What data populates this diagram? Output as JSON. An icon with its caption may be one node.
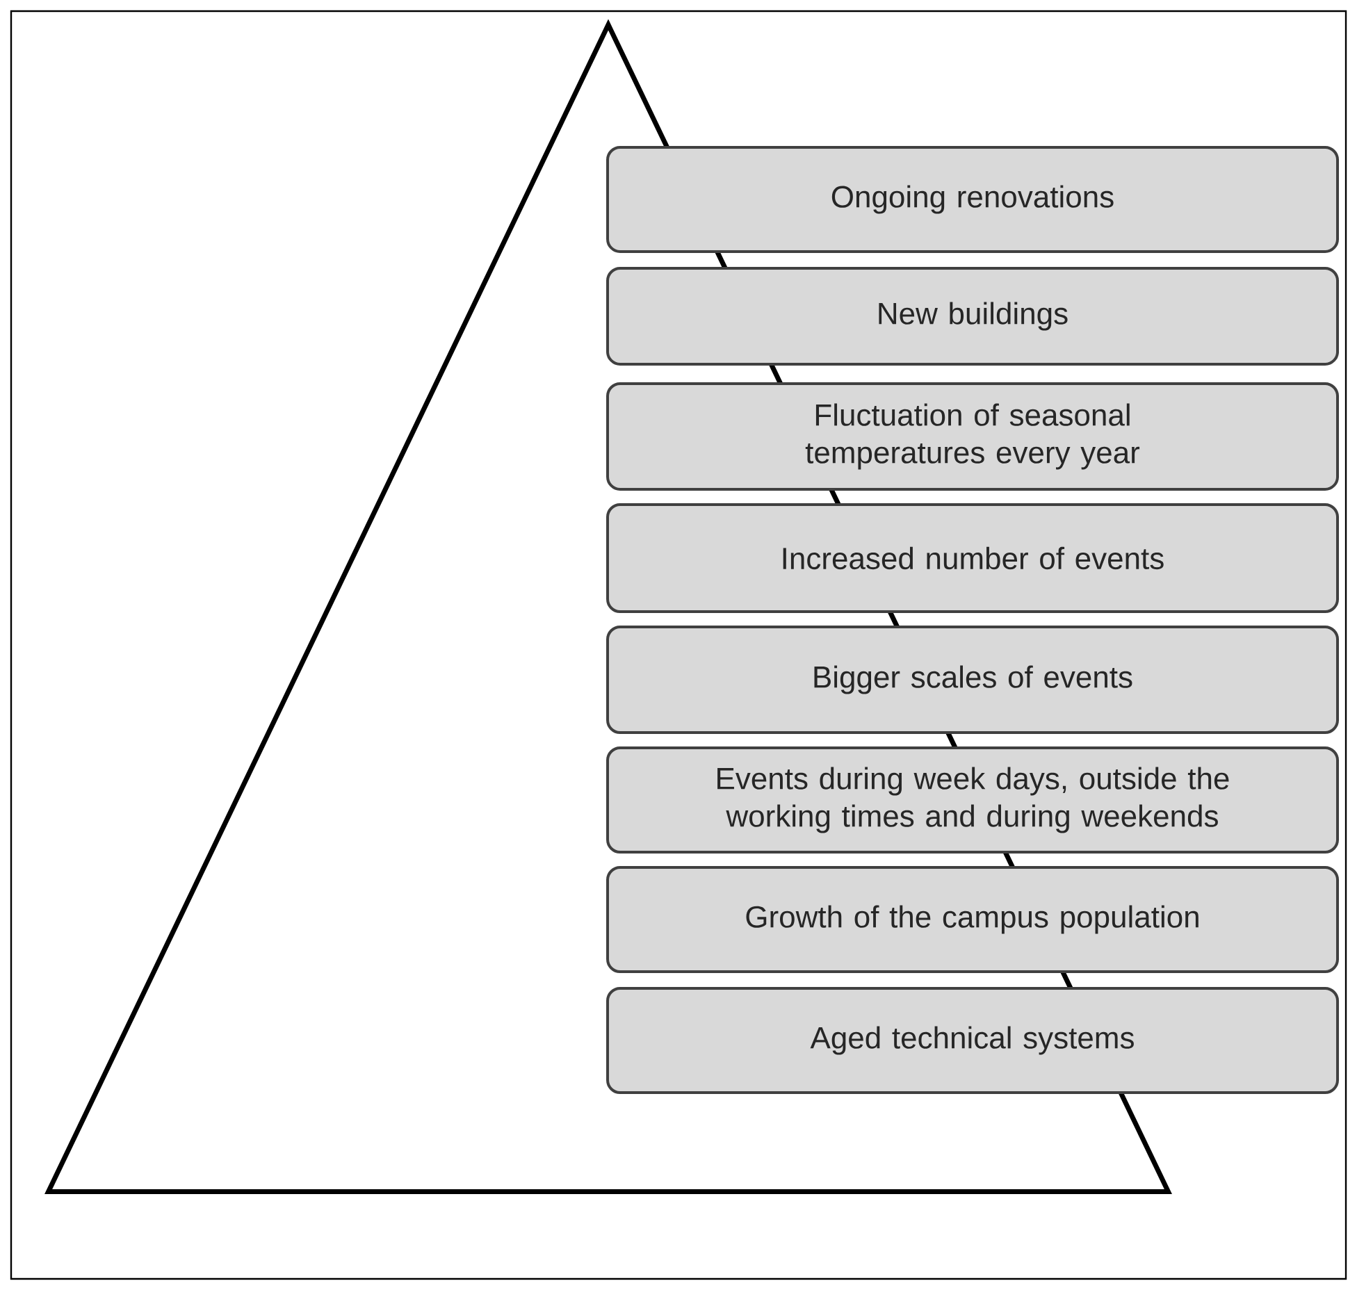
{
  "diagram": {
    "nodes": [
      {
        "text": [],
        "shape": "triangle"
      },
      {
        "text": [
          "Ongoing renovations"
        ]
      },
      {
        "text": [
          "New buildings"
        ]
      },
      {
        "text": [
          "Fluctuation of seasonal temperatures every year"
        ]
      },
      {
        "text": [
          "Increased number of events"
        ]
      },
      {
        "text": [
          "Bigger scales of events"
        ]
      },
      {
        "text": [
          "Events during week days, outside the working times and during weekends"
        ]
      },
      {
        "text": [
          "Growth of the campus population"
        ]
      },
      {
        "text": [
          "Aged technical systems"
        ]
      }
    ]
  }
}
